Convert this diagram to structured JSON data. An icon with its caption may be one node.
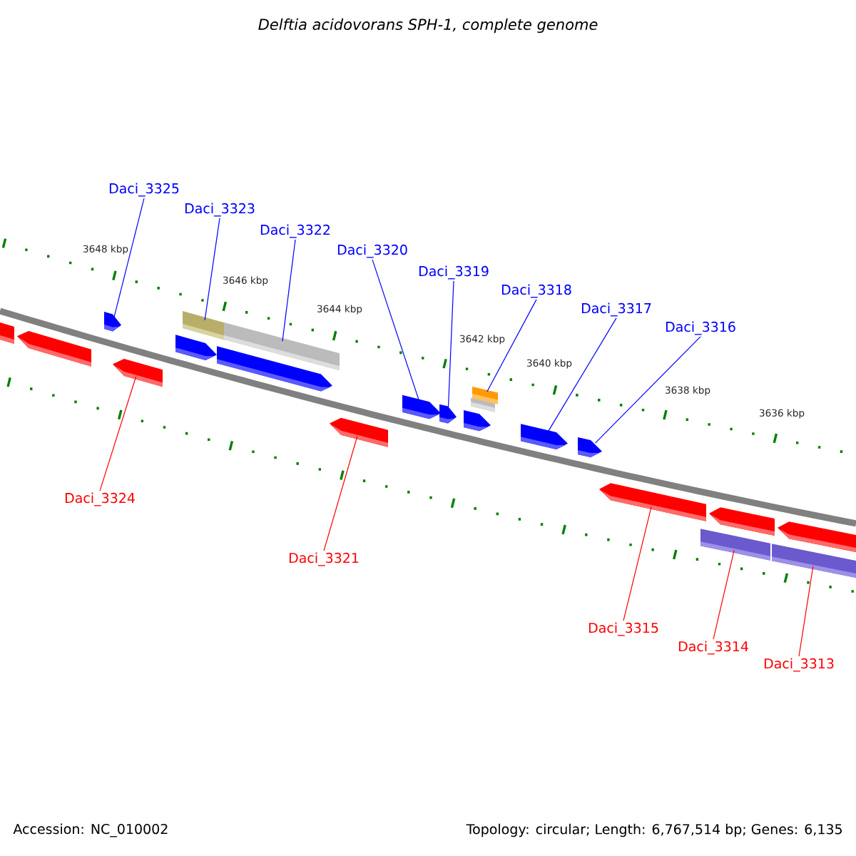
{
  "diagram": {
    "title": "Delftia acidovorans SPH-1, complete genome",
    "nodes": [
      {
        "text": [
          "Daci_3325"
        ]
      },
      {
        "text": [
          "Daci_3323"
        ]
      },
      {
        "text": [
          "Daci_3322"
        ]
      },
      {
        "text": [
          "Daci_3320"
        ]
      },
      {
        "text": [
          "Daci_3319"
        ]
      },
      {
        "text": [
          "Daci_3318"
        ]
      },
      {
        "text": [
          "Daci_3317"
        ]
      },
      {
        "text": [
          "Daci_3316"
        ]
      },
      {
        "text": [
          "Daci_3324"
        ]
      },
      {
        "text": [
          "Daci_3321"
        ]
      },
      {
        "text": [
          "Daci_3315"
        ]
      },
      {
        "text": [
          "Daci_3314"
        ]
      },
      {
        "text": [
          "Daci_3313"
        ]
      },
      {
        "text": [],
        "shape": "arrow"
      },
      {
        "text": [],
        "shape": "arrow"
      },
      {
        "text": [],
        "shape": "arrow"
      },
      {
        "text": [],
        "shape": "arrow"
      },
      {
        "text": [],
        "shape": "arrow"
      },
      {
        "text": [],
        "shape": "bar"
      },
      {
        "text": [],
        "shape": "arrow"
      },
      {
        "text": [],
        "shape": "bar"
      },
      {
        "text": [],
        "shape": "arrow"
      },
      {
        "text": [],
        "shape": "arrow"
      },
      {
        "text": [],
        "shape": "arrow"
      },
      {
        "text": [],
        "shape": "arrow"
      },
      {
        "text": [],
        "shape": "bar"
      },
      {
        "text": [],
        "shape": "bar"
      },
      {
        "text": [],
        "shape": "arrow"
      },
      {
        "text": [],
        "shape": "arrow"
      },
      {
        "text": [],
        "shape": "arrow"
      },
      {
        "text": [],
        "shape": "bar"
      },
      {
        "text": [],
        "shape": "arrow"
      },
      {
        "text": [],
        "shape": "bar"
      },
      {
        "text": [],
        "shape": "arrow"
      }
    ],
    "edges": [
      {
        "from": 0,
        "to": 15,
        "arrow": "none"
      },
      {
        "from": 1,
        "to": 18,
        "arrow": "none"
      },
      {
        "from": 2,
        "to": 20,
        "arrow": "none"
      },
      {
        "from": 3,
        "to": 22,
        "arrow": "none"
      },
      {
        "from": 4,
        "to": 23,
        "arrow": "none"
      },
      {
        "from": 5,
        "to": 26,
        "arrow": "none"
      },
      {
        "from": 6,
        "to": 27,
        "arrow": "none"
      },
      {
        "from": 7,
        "to": 28,
        "arrow": "none"
      },
      {
        "from": 8,
        "to": 16,
        "arrow": "none",
        "color": "#ff0000"
      },
      {
        "from": 9,
        "to": 21,
        "arrow": "none",
        "color": "#ff0000"
      },
      {
        "from": 10,
        "to": 29,
        "arrow": "none",
        "color": "#ff0000"
      },
      {
        "from": 11,
        "to": 30,
        "arrow": "none",
        "color": "#ff0000"
      },
      {
        "from": 12,
        "to": 32,
        "arrow": "none",
        "color": "#ff0000"
      }
    ],
    "labels": [
      "3648 kbp",
      "3646 kbp",
      "3644 kbp",
      "3642 kbp",
      "3640 kbp",
      "3638 kbp",
      "3636 kbp",
      "Accession: NC_010002",
      "Topology: circular; Length: 6,767,514 bp; Genes: 6,135"
    ]
  }
}
